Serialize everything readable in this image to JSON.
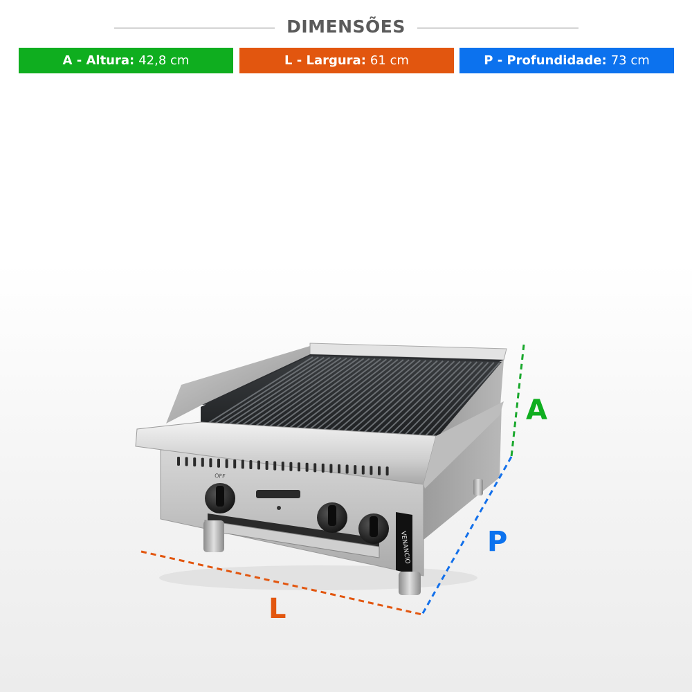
{
  "header": {
    "title": "DIMENSÕES"
  },
  "dimensions": [
    {
      "key": "altura",
      "label": "A - Altura:",
      "value": "42,8 cm",
      "color": "#0fae1f"
    },
    {
      "key": "largura",
      "label": "L - Largura:",
      "value": "61 cm",
      "color": "#e2560f"
    },
    {
      "key": "profundidade",
      "label": "P - Profundidade:",
      "value": "73 cm",
      "color": "#0c72ee"
    }
  ],
  "diagram": {
    "letter_a": "A",
    "letter_l": "L",
    "letter_p": "P",
    "brand": "VENANCIO",
    "knob_marking": "OFF"
  }
}
